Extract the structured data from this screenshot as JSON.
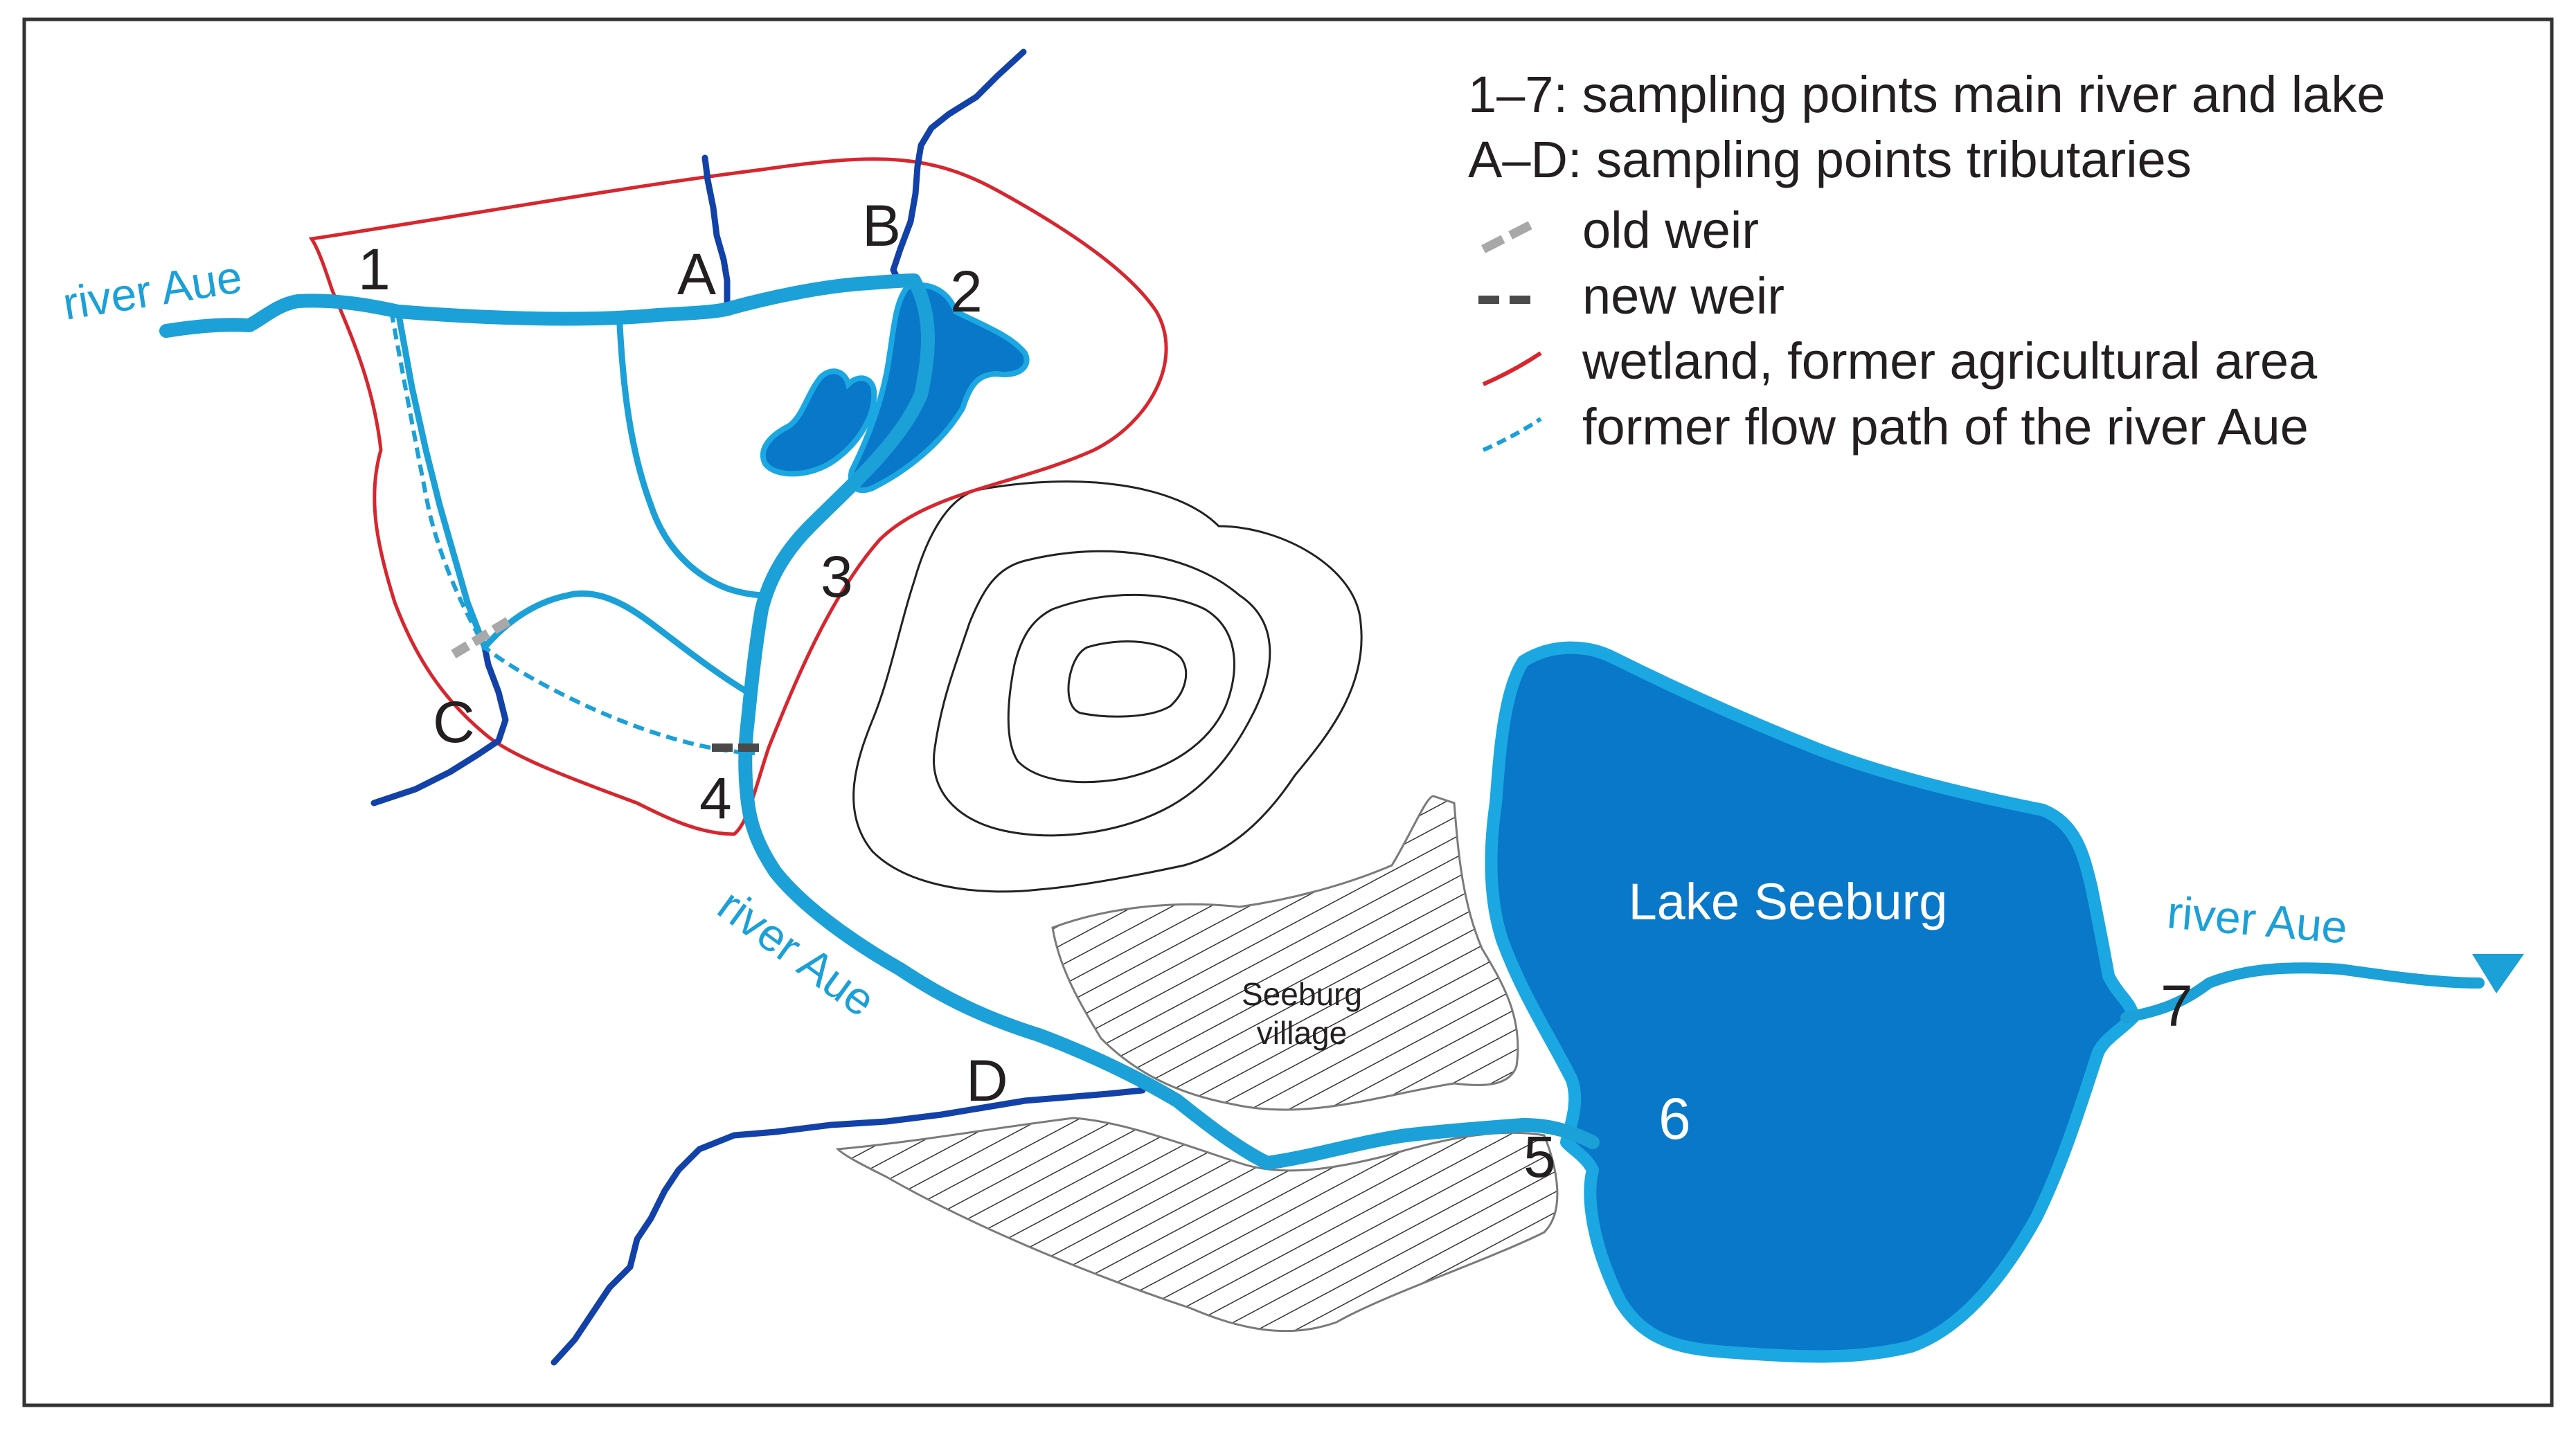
{
  "colors": {
    "river_main": "#1ba0d8",
    "river_light": "#3fa9df",
    "tributary": "#1242a8",
    "wetland": "#d7262e",
    "lake_fill": "#0a78c8",
    "lake_edge": "#1ba8e2",
    "old_weir": "#a8a8a8",
    "new_weir": "#4a4a4a",
    "contour": "#222222",
    "hatch": "#333333",
    "text": "#231f20",
    "frame": "#333333"
  },
  "labels": {
    "river_upstream": "river Aue",
    "river_middle": "river Aue",
    "river_downstream": "river Aue",
    "lake": "Lake Seeburg",
    "village_line1": "Seeburg",
    "village_line2": "village"
  },
  "sampling_points": {
    "main": [
      "1",
      "2",
      "3",
      "4",
      "5",
      "6",
      "7"
    ],
    "tributaries": [
      "A",
      "B",
      "C",
      "D"
    ]
  },
  "legend": {
    "line1": "1–7: sampling points main river and lake",
    "line2": "A–D: sampling points tributaries",
    "items": [
      {
        "label": "old weir",
        "symbol": "old-weir"
      },
      {
        "label": "new weir",
        "symbol": "new-weir"
      },
      {
        "label": "wetland, former agricultural area",
        "symbol": "wetland"
      },
      {
        "label": "former flow path of the river Aue",
        "symbol": "former-flow"
      }
    ]
  }
}
